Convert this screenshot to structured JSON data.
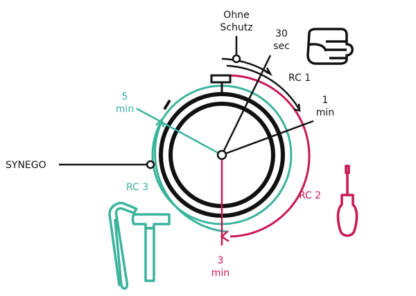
{
  "labels": {
    "ohne_schutz_line1": "Ohne",
    "ohne_schutz_line2": "Schutz",
    "time_30_num": "30",
    "time_30_unit": "sec",
    "rc1": "RC 1",
    "time_1_num": "1",
    "time_1_unit": "min",
    "time_5_num": "5",
    "time_5_unit": "min",
    "synego": "SYNEGO",
    "rc3": "RC 3",
    "rc2": "RC 2",
    "time_3_num": "3",
    "time_3_unit": "min"
  },
  "colors": {
    "dark": "#111111",
    "teal": "#3ab39b",
    "crimson": "#c8174f"
  },
  "icons": [
    "fist-icon",
    "screwdriver-icon",
    "crowbar-icon",
    "hammer-icon",
    "stopwatch-icon"
  ]
}
